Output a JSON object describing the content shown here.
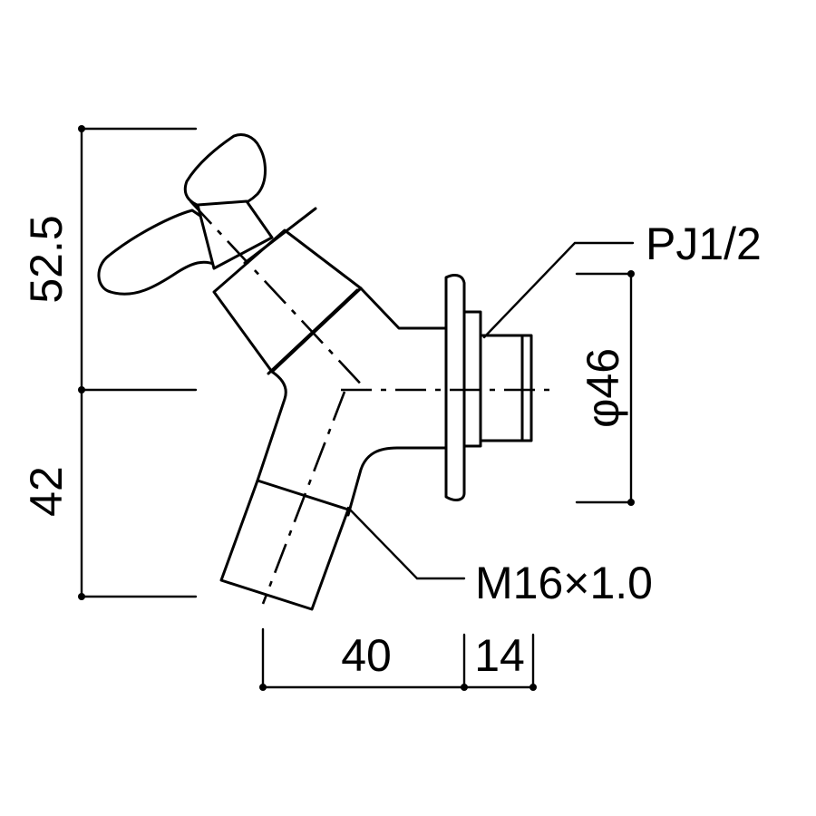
{
  "dimensions": {
    "height_upper": "52.5",
    "height_lower": "42",
    "width_body": "40",
    "width_thread": "14",
    "flange_diameter": "φ46"
  },
  "callouts": {
    "pipe_thread": "PJ1/2",
    "outlet_thread": "M16×1.0"
  }
}
